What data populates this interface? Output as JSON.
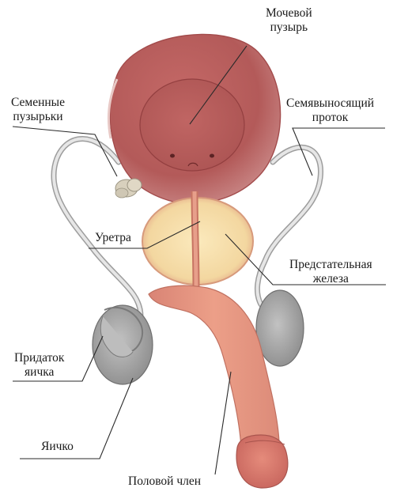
{
  "labels": {
    "bladder": {
      "line1": "Мочевой",
      "line2": "пузырь"
    },
    "seminal_vesicles": {
      "line1": "Семенные",
      "line2": "пузырьки"
    },
    "vas_deferens": {
      "line1": "Семявыносящий",
      "line2": "проток"
    },
    "urethra": "Уретра",
    "prostate": {
      "line1": "Предстательная",
      "line2": "железа"
    },
    "epididymis": {
      "line1": "Придаток",
      "line2": "яичка"
    },
    "testicle": "Яичко",
    "penis": "Половой член"
  },
  "colors": {
    "bladder_outer": "#c76b68",
    "bladder_inner": "#b85a58",
    "prostate_fill": "#f6dfa8",
    "prostate_rim": "#e0a888",
    "penis": "#e49a86",
    "glans": "#d9786d",
    "testis": "#a8a8a8",
    "duct": "#bdbdbd"
  }
}
